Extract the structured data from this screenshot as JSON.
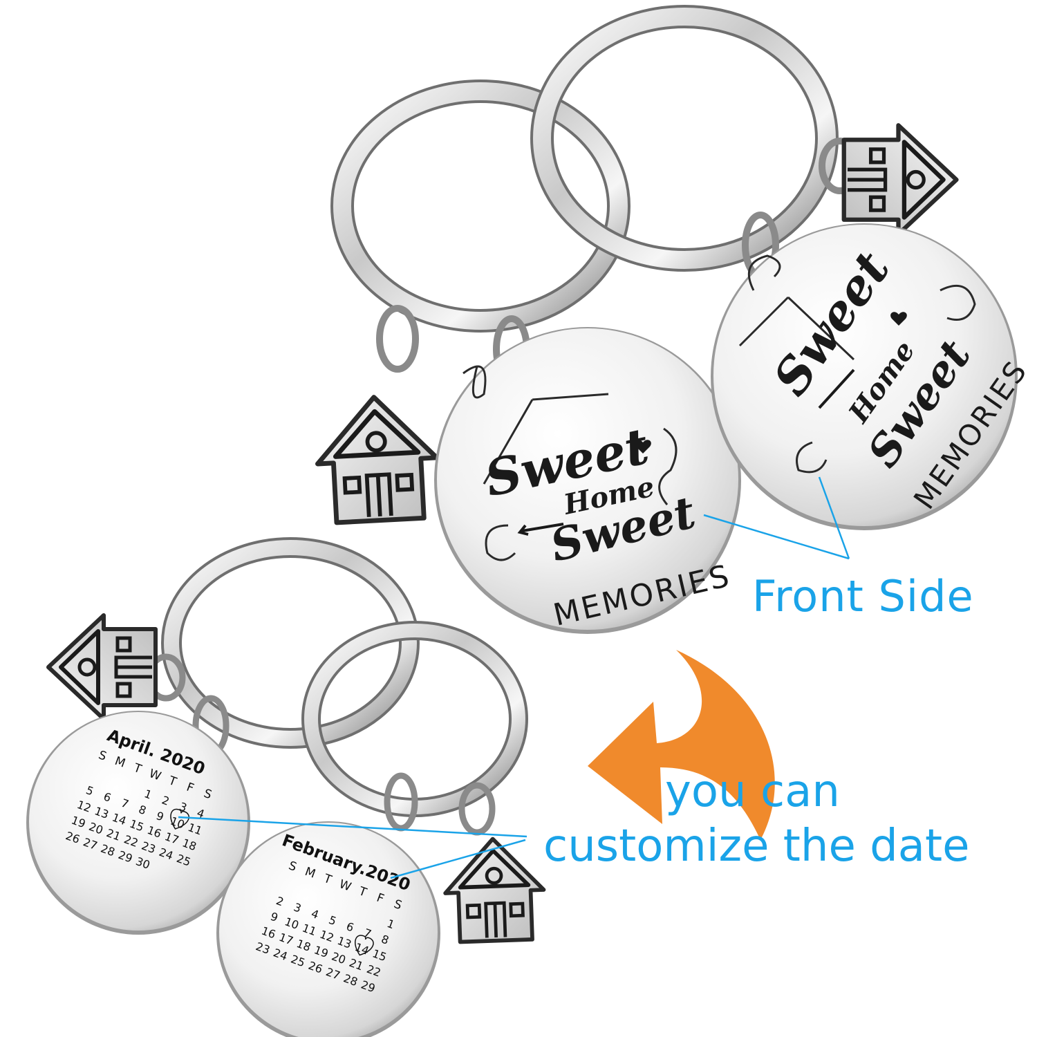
{
  "captions": {
    "front_side": "Front Side",
    "customize_line1": "you can",
    "customize_line2": "customize the date"
  },
  "front_engraving": {
    "word1": "Sweet",
    "word2": "Home",
    "word3": "Sweet",
    "word4": "MEMORIES"
  },
  "back_tags": [
    {
      "month_title": "April. 2020",
      "weekdays": [
        "S",
        "M",
        "T",
        "W",
        "T",
        "F",
        "S"
      ],
      "rows": [
        [
          "",
          "",
          "",
          "1",
          "2",
          "3",
          "4"
        ],
        [
          "5",
          "6",
          "7",
          "8",
          "9",
          "10",
          "11"
        ],
        [
          "12",
          "13",
          "14",
          "15",
          "16",
          "17",
          "18"
        ],
        [
          "19",
          "20",
          "21",
          "22",
          "23",
          "24",
          "25"
        ],
        [
          "26",
          "27",
          "28",
          "29",
          "30",
          "",
          ""
        ]
      ],
      "highlighted_day": "10"
    },
    {
      "month_title": "February.2020",
      "weekdays": [
        "S",
        "M",
        "T",
        "W",
        "T",
        "F",
        "S"
      ],
      "rows": [
        [
          "",
          "",
          "",
          "",
          "",
          "",
          "1"
        ],
        [
          "2",
          "3",
          "4",
          "5",
          "6",
          "7",
          "8"
        ],
        [
          "9",
          "10",
          "11",
          "12",
          "13",
          "14",
          "15"
        ],
        [
          "16",
          "17",
          "18",
          "19",
          "20",
          "21",
          "22"
        ],
        [
          "23",
          "24",
          "25",
          "26",
          "27",
          "28",
          "29"
        ]
      ],
      "highlighted_day": "14"
    }
  ],
  "colors": {
    "caption_blue": "#1aa3e8",
    "arrow_orange": "#f08a2c",
    "metal_light": "#f4f4f4",
    "metal_dark": "#8d8d8d"
  },
  "icons": [
    "house-charm-icon",
    "heart-icon",
    "curved-arrow-icon"
  ]
}
